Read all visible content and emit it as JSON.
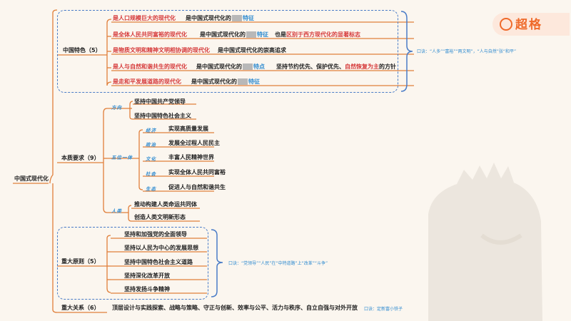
{
  "brand": {
    "name": "超格"
  },
  "root": "中国式现代化",
  "characteristics": {
    "title": "中国特色（5）",
    "items": [
      {
        "label": "是人口规模巨大的现代化",
        "pre": "是中国式现代化的",
        "post": "特征",
        "extra": ""
      },
      {
        "label": "是全体人民共同富裕的现代化",
        "pre": "是中国式现代化的",
        "post": "特征",
        "extra": "也是区别于西方现代化的显著标志"
      },
      {
        "label": "是物质文明和精神文明相协调的现代化",
        "pre": "是中国式现代化的崇高追求",
        "post": "",
        "extra": ""
      },
      {
        "label": "是人与自然和谐共生的现代化",
        "pre": "是中国式现代化的",
        "post": "特点",
        "extra": "坚持节约优先、保护优先、自然恢复为主的方针"
      },
      {
        "label": "是走和平发展道路的现代化",
        "pre": "是中国式现代化的",
        "post": "特征",
        "extra": ""
      }
    ],
    "note": "口诀：“人多”“富裕”“两文明”，“人与自然”张“和平”"
  },
  "requirements": {
    "title": "本质要求（9）",
    "direction": {
      "tag": "方向",
      "items": [
        "坚持中国共产党领导",
        "坚持中国特色社会主义"
      ]
    },
    "five": {
      "tag": "五位一体",
      "items": [
        {
          "tag": "经济",
          "text": "实现高质量发展"
        },
        {
          "tag": "政治",
          "text": "发展全过程人民民主"
        },
        {
          "tag": "文化",
          "text": "丰富人民精神世界"
        },
        {
          "tag": "社会",
          "text": "实现全体人民共同富裕"
        },
        {
          "tag": "生态",
          "text": "促进人与自然和谐共生"
        }
      ]
    },
    "human": {
      "tag": "人类",
      "items": [
        "推动构建人类命运共同体",
        "创造人类文明新形态"
      ]
    }
  },
  "principles": {
    "title": "重大原则（5）",
    "items": [
      "坚持和加强党的全面领导",
      "坚持以人民为中心的发展思想",
      "坚持中国特色社会主义道路",
      "坚持深化改革开放",
      "坚持发扬斗争精神"
    ],
    "note": "口诀：“党领导”“人民”在“中特道路”上“改革”“斗争”"
  },
  "relations": {
    "title": "重大关系（6）",
    "text": "顶层设计与实践探索、战略与策略、守正与创新、效率与公平、活力与秩序、自立自强与对外开放",
    "note": "口诀：定新富小铁子"
  }
}
